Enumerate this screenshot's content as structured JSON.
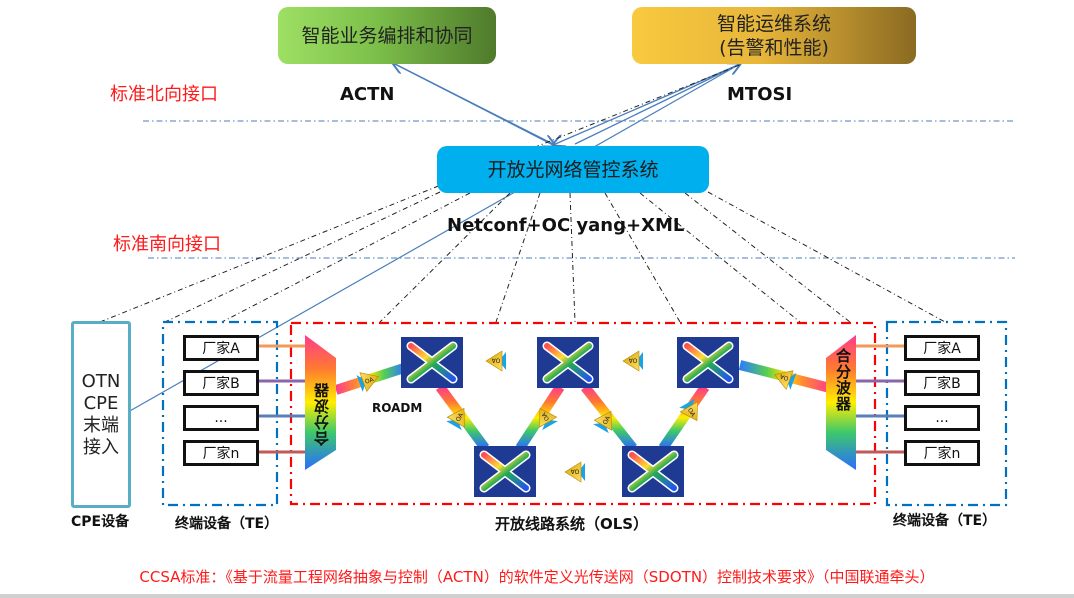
{
  "top": {
    "orchestration_box": "智能业务编排和协同",
    "ops_box_line1": "智能运维系统",
    "ops_box_line2": "(告警和性能)",
    "north_label": "标准北向接口",
    "actn_label": "ACTN",
    "mtosi_label": "MTOSI"
  },
  "controller": {
    "box_label": "开放光网络管控系统",
    "protocol_label": "Netconf+OC yang+XML",
    "south_label": "标准南向接口"
  },
  "cpe": {
    "lines": [
      "OTN",
      "CPE",
      "末端",
      "接入"
    ],
    "caption": "CPE设备"
  },
  "terminal_left": {
    "vendors": [
      "厂家A",
      "厂家B",
      "...",
      "厂家n"
    ],
    "caption": "终端设备（TE）"
  },
  "terminal_right": {
    "vendors": [
      "厂家A",
      "厂家B",
      "...",
      "厂家n"
    ],
    "caption": "终端设备（TE）"
  },
  "ols": {
    "mux_label": "合分波器",
    "roadm_label": "ROADM",
    "amp_label": "OA",
    "caption": "开放线路系统（OLS）"
  },
  "footer": {
    "text": "CCSA标准：《基于流量工程网络抽象与控制（ACTN）的软件定义光传送网（SDOTN）控制技术要求》（中国联通牵头）"
  },
  "colors": {
    "red_label": "#ff1a1a",
    "controller_blue": "#00b0ee",
    "ols_border": "#ff0000",
    "te_border": "#0070c0",
    "cpe_border": "#58aec4",
    "roadm_bg": "#1f3a93",
    "amp_yellow": "#f5c518",
    "amp_blue": "#1aa3e8"
  }
}
